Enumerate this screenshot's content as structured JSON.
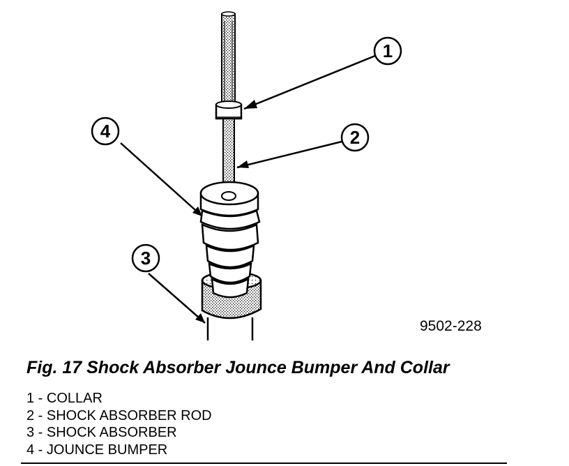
{
  "figure": {
    "id_label": "9502-228",
    "caption": "Fig. 17 Shock Absorber Jounce Bumper And Collar",
    "callouts": [
      {
        "number": "1"
      },
      {
        "number": "2"
      },
      {
        "number": "3"
      },
      {
        "number": "4"
      }
    ]
  },
  "legend": {
    "items": [
      {
        "text": "1 - COLLAR"
      },
      {
        "text": "2 - SHOCK ABSORBER ROD"
      },
      {
        "text": "3 - SHOCK ABSORBER"
      },
      {
        "text": "4 - JOUNCE BUMPER"
      }
    ]
  }
}
